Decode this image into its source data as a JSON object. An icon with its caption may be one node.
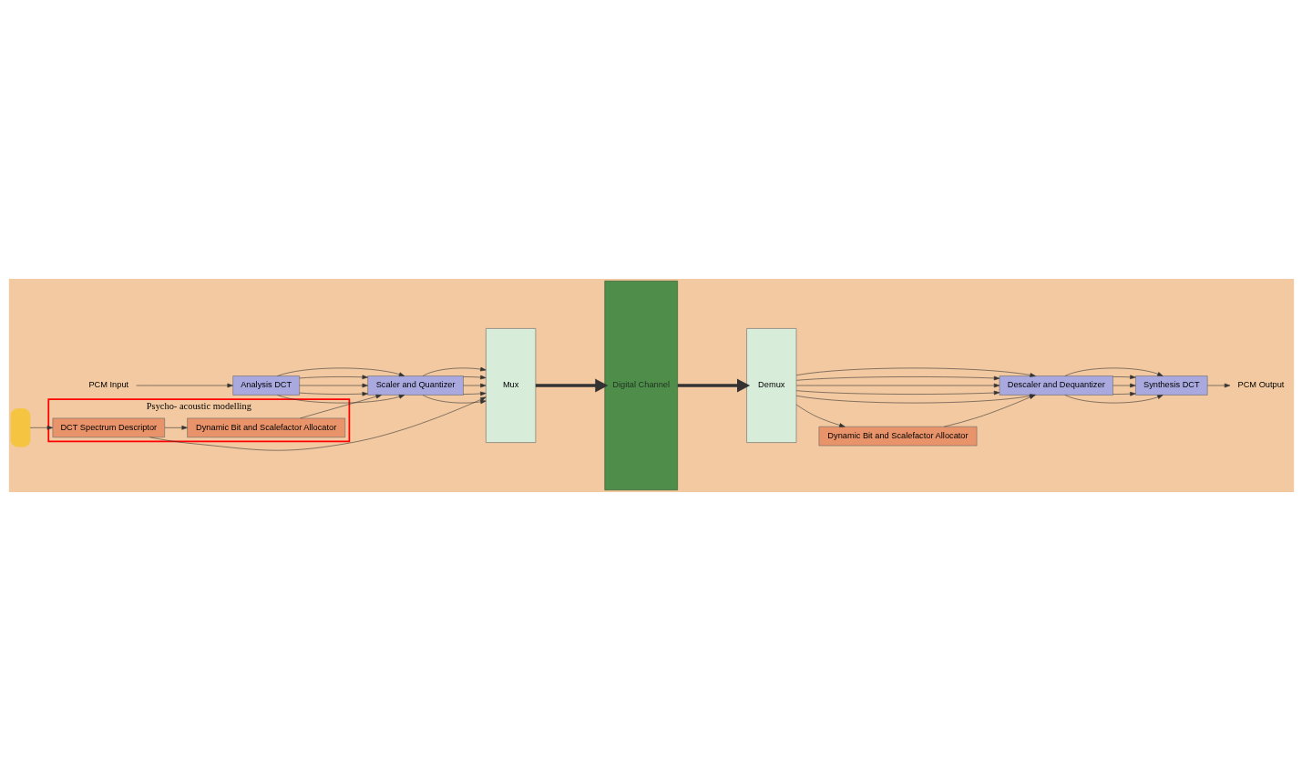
{
  "diagram": {
    "nodes": [
      {
        "text": [
          "PCM Input"
        ]
      },
      {
        "text": [
          "Analysis DCT"
        ]
      },
      {
        "text": [],
        "shape": "box"
      },
      {
        "text": [
          "Scaler and Quantizer"
        ]
      },
      {
        "text": [
          "Mux"
        ]
      },
      {
        "text": [
          "Digital Channel"
        ]
      },
      {
        "text": [
          "Psycho- acoustic modelling"
        ]
      },
      {
        "text": [
          "DCT Spectrum Descriptor"
        ],
        "in": 6
      },
      {
        "text": [
          "Dynamic Bit and Scalefactor Allocator"
        ],
        "in": 6
      },
      {
        "text": [
          "Demux"
        ]
      },
      {
        "text": [
          "Descaler and Dequantizer"
        ]
      },
      {
        "text": [
          "Dynamic Bit and Scalefactor Allocator"
        ]
      },
      {
        "text": [
          "Synthesis DCT"
        ]
      },
      {
        "text": [
          "PCM Output"
        ]
      }
    ],
    "edges": [
      {
        "from": 0,
        "to": 1,
        "arrow": "to"
      },
      {
        "from": 1,
        "to": 3,
        "arrow": "to"
      },
      {
        "from": 1,
        "to": 3,
        "arrow": "to"
      },
      {
        "from": 1,
        "to": 3,
        "arrow": "to"
      },
      {
        "from": 1,
        "to": 3,
        "arrow": "to"
      },
      {
        "from": 1,
        "to": 3,
        "arrow": "to"
      },
      {
        "from": 2,
        "to": 7,
        "arrow": "to"
      },
      {
        "from": 3,
        "to": 4,
        "arrow": "to"
      },
      {
        "from": 3,
        "to": 4,
        "arrow": "to"
      },
      {
        "from": 3,
        "to": 4,
        "arrow": "to"
      },
      {
        "from": 3,
        "to": 4,
        "arrow": "to"
      },
      {
        "from": 3,
        "to": 4,
        "arrow": "to"
      },
      {
        "from": 8,
        "to": 3,
        "arrow": "to"
      },
      {
        "from": 7,
        "to": 4,
        "arrow": "to"
      },
      {
        "from": 7,
        "to": 8,
        "arrow": "to"
      },
      {
        "from": 4,
        "to": 5,
        "arrow": "to",
        "style": "thick"
      },
      {
        "from": 5,
        "to": 9,
        "arrow": "to",
        "style": "thick"
      },
      {
        "from": 9,
        "to": 10,
        "arrow": "to"
      },
      {
        "from": 9,
        "to": 10,
        "arrow": "to"
      },
      {
        "from": 9,
        "to": 10,
        "arrow": "to"
      },
      {
        "from": 9,
        "to": 10,
        "arrow": "to"
      },
      {
        "from": 9,
        "to": 10,
        "arrow": "to"
      },
      {
        "from": 9,
        "to": 11,
        "arrow": "to"
      },
      {
        "from": 11,
        "to": 10,
        "arrow": "to"
      },
      {
        "from": 10,
        "to": 12,
        "arrow": "to"
      },
      {
        "from": 10,
        "to": 12,
        "arrow": "to"
      },
      {
        "from": 10,
        "to": 12,
        "arrow": "to"
      },
      {
        "from": 10,
        "to": 12,
        "arrow": "to"
      },
      {
        "from": 10,
        "to": 12,
        "arrow": "to"
      },
      {
        "from": 12,
        "to": 13,
        "arrow": "to"
      }
    ]
  }
}
